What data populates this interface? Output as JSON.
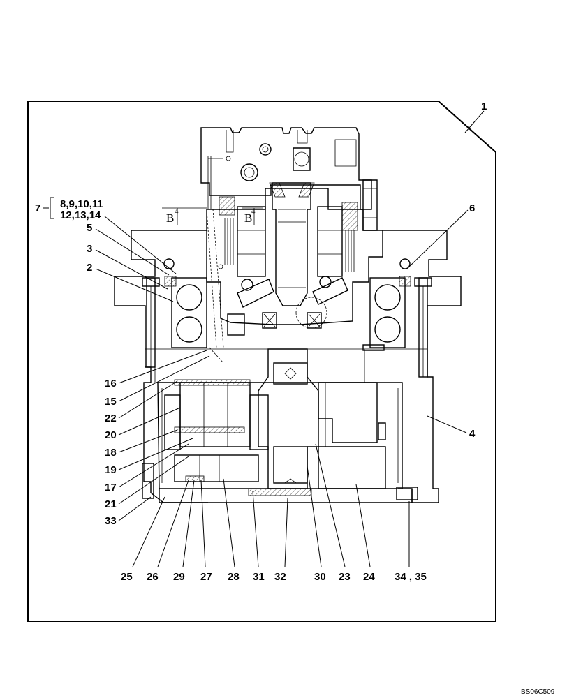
{
  "title_number": "1",
  "figure_code": "BS06C509",
  "section_marks": [
    {
      "letter": "B",
      "number": "4"
    },
    {
      "letter": "B",
      "number": "4"
    }
  ],
  "group_callout": {
    "number": "7",
    "line1": "8,9,10,11",
    "line2": "12,13,14"
  },
  "left_callouts": [
    "5",
    "3",
    "2",
    "16",
    "15",
    "22",
    "20",
    "18",
    "19",
    "17",
    "21",
    "33"
  ],
  "right_callouts": [
    "6",
    "4"
  ],
  "bottom_callouts": [
    "25",
    "26",
    "29",
    "27",
    "28",
    "31",
    "32",
    "30",
    "23",
    "24",
    "34 , 35"
  ]
}
